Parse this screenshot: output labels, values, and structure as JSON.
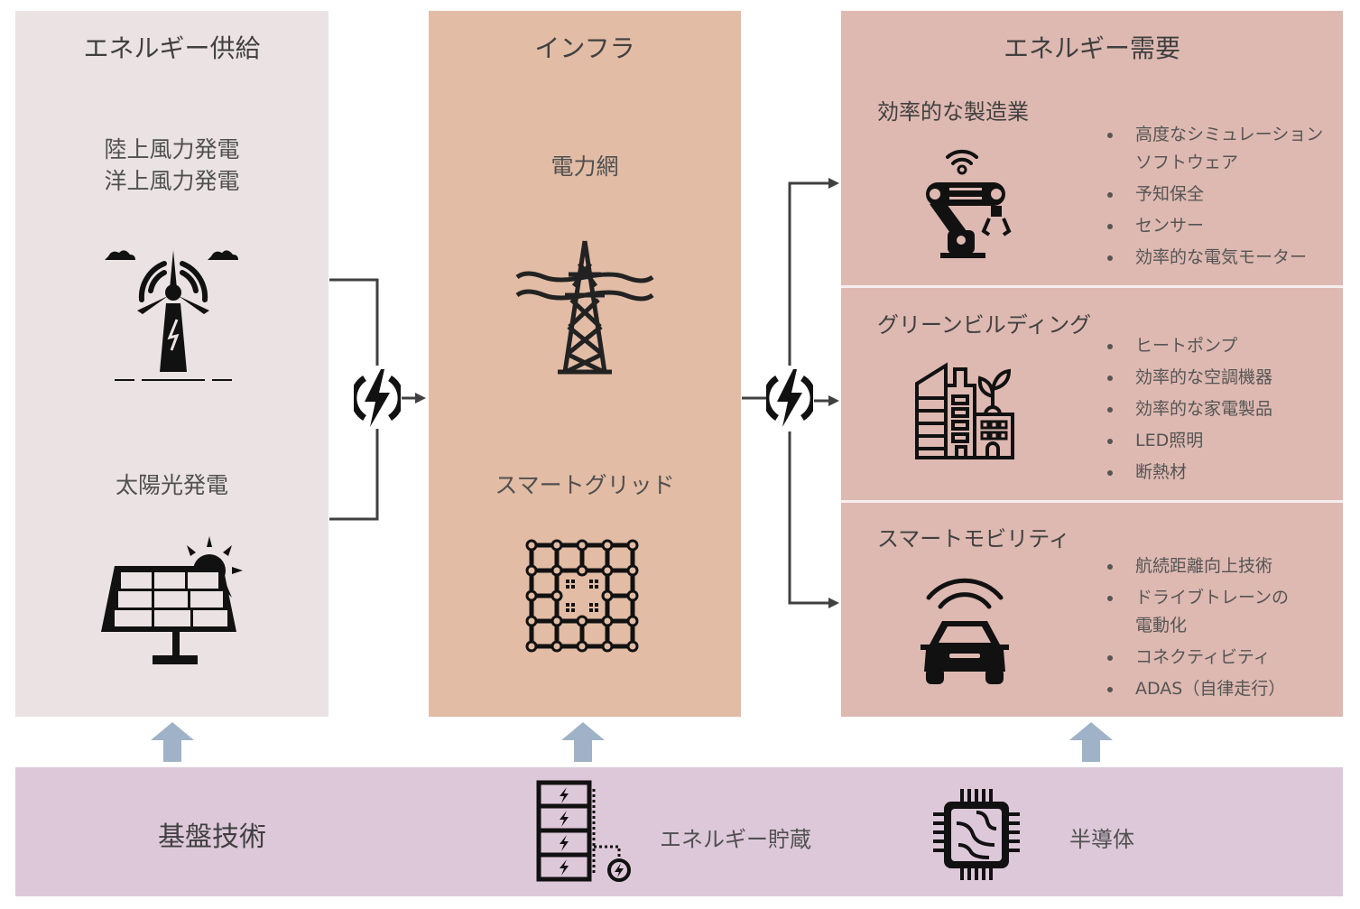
{
  "supply": {
    "title": "エネルギー供給",
    "wind_label_line1": "陸上風力発電",
    "wind_label_line2": "洋上風力発電",
    "solar_label": "太陽光発電",
    "icons": [
      "wind-turbine-icon",
      "solar-panel-icon"
    ]
  },
  "infrastructure": {
    "title": "インフラ",
    "grid_label": "電力網",
    "smart_grid_label": "スマートグリッド",
    "icons": [
      "power-tower-icon",
      "smart-grid-icon"
    ]
  },
  "demand": {
    "title": "エネルギー需要",
    "sections": [
      {
        "title": "効率的な製造業",
        "icon": "robot-arm-icon",
        "items": [
          "高度なシミュレーション",
          "ソフトウェア",
          "予知保全",
          "センサー",
          "効率的な電気モーター"
        ]
      },
      {
        "title": "グリーンビルディング",
        "icon": "green-building-icon",
        "items": [
          "ヒートポンプ",
          "効率的な空調機器",
          "効率的な家電製品",
          "LED照明",
          "断熱材"
        ]
      },
      {
        "title": "スマートモビリティ",
        "icon": "connected-car-icon",
        "items": [
          "航続距離向上技術",
          "ドライブトレーンの",
          "電動化",
          "コネクティビティ",
          "ADAS（自律走行）"
        ]
      }
    ]
  },
  "foundation": {
    "title": "基盤技術",
    "storage_label": "エネルギー貯蔵",
    "semiconductor_label": "半導体",
    "icons": [
      "battery-storage-icon",
      "chip-icon"
    ]
  },
  "colors": {
    "supply_bg": "#ebe3e3",
    "infra_bg": "#e2bca5",
    "demand_bg": "#deb9b1",
    "foundation_bg": "#ddc8d9",
    "arrow_up": "#9fb2c7",
    "connector": "#404040"
  }
}
